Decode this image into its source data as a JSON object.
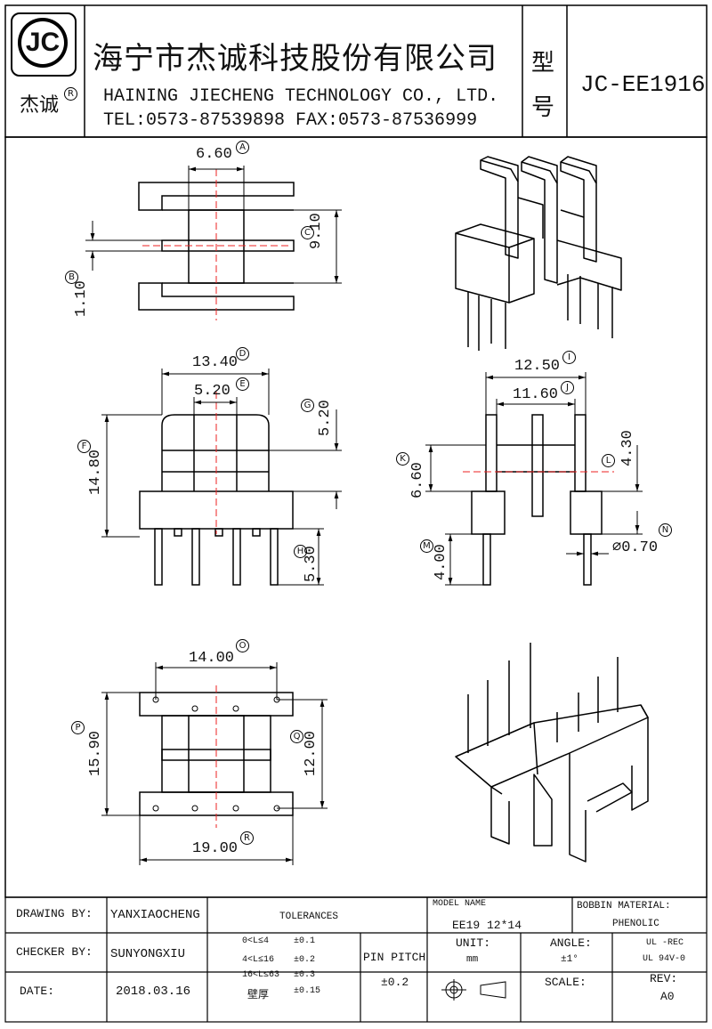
{
  "header": {
    "logo_text": "JC",
    "logo_sub": "杰诚",
    "logo_reg": "R",
    "company_cn": "海宁市杰诚科技股份有限公司",
    "company_en": "HAINING JIECHENG TECHNOLOGY CO., LTD.",
    "contact": "TEL:0573-87539898  FAX:0573-87536999",
    "type_label_1": "型",
    "type_label_2": "号",
    "model_code": "JC-EE1916"
  },
  "dimensions": {
    "A": "6.60",
    "B": "1.10",
    "C": "9.10",
    "D": "13.40",
    "E": "5.20",
    "F": "14.80",
    "G": "5.20",
    "H": "5.30",
    "I": "12.50",
    "J": "11.60",
    "K": "6.60",
    "L": "4.30",
    "M": "4.00",
    "N": "⌀0.70",
    "O": "14.00",
    "P": "15.90",
    "Q": "12.00",
    "R": "19.00"
  },
  "callouts": {
    "A": "A",
    "B": "B",
    "C": "C",
    "D": "D",
    "E": "E",
    "F": "F",
    "G": "G",
    "H": "H",
    "I": "I",
    "J": "J",
    "K": "K",
    "L": "L",
    "M": "M",
    "N": "N",
    "O": "O",
    "P": "P",
    "Q": "Q",
    "R": "R"
  },
  "title_block": {
    "drawing_by_label": "DRAWING  BY:",
    "drawing_by": "YANXIAOCHENG",
    "checker_by_label": "CHECKER  BY:",
    "checker_by": "SUNYONGXIU",
    "date_label": "DATE:",
    "date": "2018.03.16",
    "tolerances_label": "TOLERANCES",
    "tol_rows": [
      {
        "range": "0<L≤4",
        "value": "±0.1"
      },
      {
        "range": "4<L≤16",
        "value": "±0.2"
      },
      {
        "range": "16<L≤63",
        "value": "±0.3"
      },
      {
        "range": "壁厚",
        "value": "±0.15"
      }
    ],
    "pin_pitch_label": "PIN PITCH",
    "pin_pitch_value": "±0.2",
    "model_name_label": "MODEL NAME",
    "model_name": "EE19  12*14",
    "bobbin_material_label": "BOBBIN MATERIAL:",
    "bobbin_material": "PHENOLIC",
    "unit_label": "UNIT:",
    "unit": "mm",
    "angle_label": "ANGLE:",
    "angle": "±1°",
    "ul_rec": "UL -REC",
    "ul_rating": "UL  94V-0",
    "scale_label": "SCALE:",
    "rev_label": "REV:",
    "rev": "A0"
  }
}
